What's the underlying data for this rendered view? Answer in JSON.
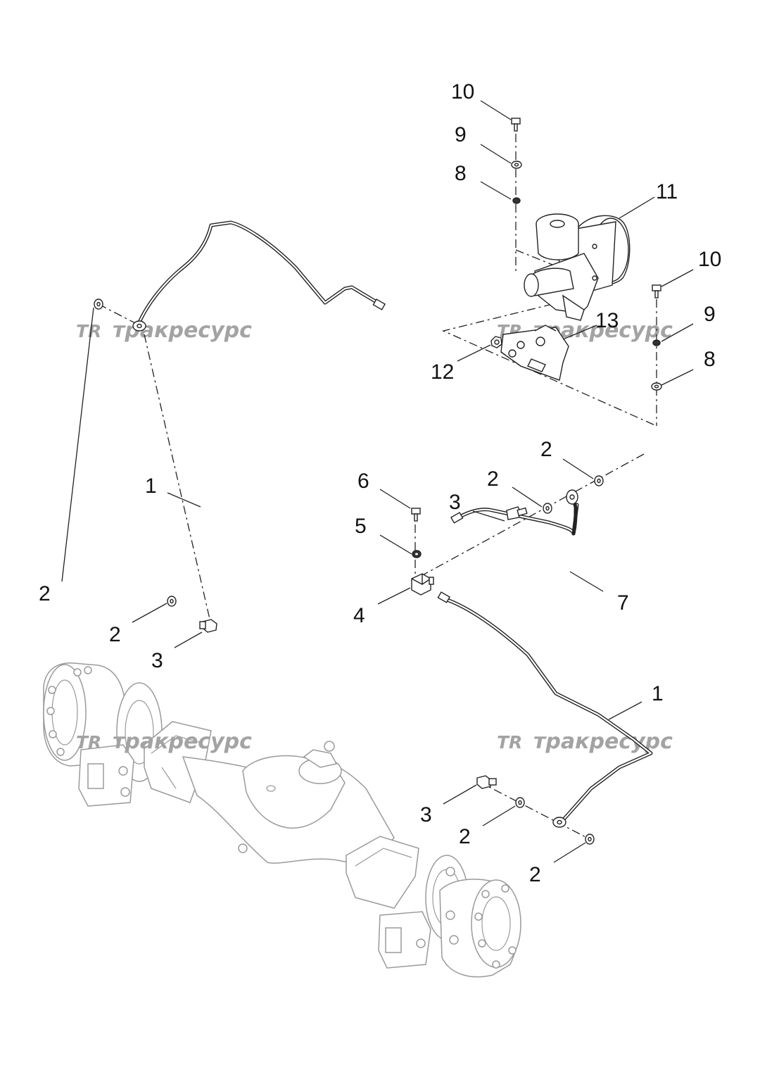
{
  "diagram": {
    "callouts": [
      {
        "id": "lbl-10-top",
        "text": "10"
      },
      {
        "id": "lbl-9-top",
        "text": "9"
      },
      {
        "id": "lbl-8-top",
        "text": "8"
      },
      {
        "id": "lbl-11",
        "text": "11"
      },
      {
        "id": "lbl-10-right",
        "text": "10"
      },
      {
        "id": "lbl-13",
        "text": "13"
      },
      {
        "id": "lbl-9-right",
        "text": "9"
      },
      {
        "id": "lbl-12",
        "text": "12"
      },
      {
        "id": "lbl-8-right",
        "text": "8"
      },
      {
        "id": "lbl-2-upper-right",
        "text": "2"
      },
      {
        "id": "lbl-1-left",
        "text": "1"
      },
      {
        "id": "lbl-6",
        "text": "6"
      },
      {
        "id": "lbl-2-right-mid",
        "text": "2"
      },
      {
        "id": "lbl-3-right-mid",
        "text": "3"
      },
      {
        "id": "lbl-5",
        "text": "5"
      },
      {
        "id": "lbl-2-left",
        "text": "2"
      },
      {
        "id": "lbl-7",
        "text": "7"
      },
      {
        "id": "lbl-4",
        "text": "4"
      },
      {
        "id": "lbl-2-left-lower",
        "text": "2"
      },
      {
        "id": "lbl-3-left",
        "text": "3"
      },
      {
        "id": "lbl-1-right",
        "text": "1"
      },
      {
        "id": "lbl-3-lower-right",
        "text": "3"
      },
      {
        "id": "lbl-2-lower-mid",
        "text": "2"
      },
      {
        "id": "lbl-2-lower-right",
        "text": "2"
      }
    ]
  },
  "watermark": {
    "logo": "TR",
    "text": "тракресурс",
    "color": "#a3a3a3"
  }
}
